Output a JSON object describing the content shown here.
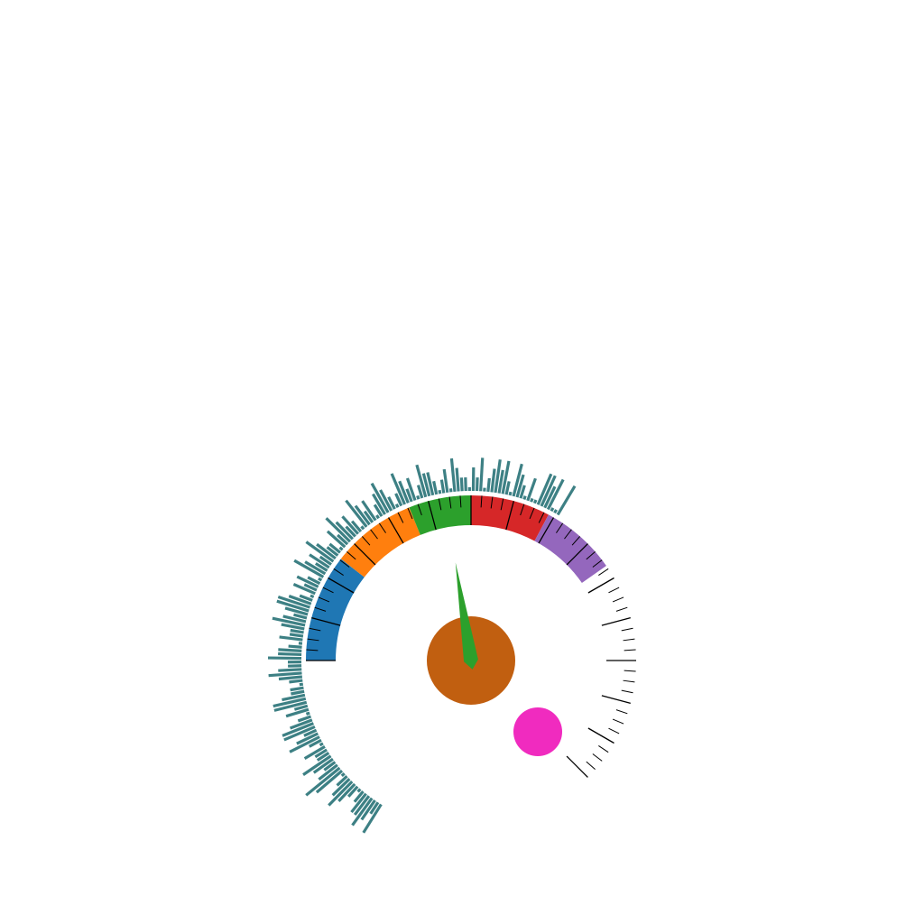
{
  "chart_data": {
    "type": "gauge",
    "scale": {
      "min_angle_deg": -180,
      "max_angle_deg": 45,
      "major_tick_step_deg": 15,
      "minor_tick_step_deg": 3.75
    },
    "bands": [
      {
        "name": "blue",
        "start_deg": -180,
        "end_deg": -142,
        "color": "#1f77b4"
      },
      {
        "name": "orange",
        "start_deg": -142,
        "end_deg": -112,
        "color": "#ff7f0e"
      },
      {
        "name": "green",
        "start_deg": -112,
        "end_deg": -90,
        "color": "#2ca02c"
      },
      {
        "name": "red",
        "start_deg": -90,
        "end_deg": -62,
        "color": "#d62728"
      },
      {
        "name": "purple",
        "start_deg": -62,
        "end_deg": -35,
        "color": "#9467bd"
      }
    ],
    "needle": {
      "angle_deg": -99,
      "color": "#2ca02c"
    },
    "hub": {
      "color": "#c15f10"
    },
    "indicator_dot": {
      "color": "#f02bbf"
    },
    "histogram": {
      "color": "#3d8084",
      "start_deg": -238,
      "step_deg": 1.25,
      "values": [
        3,
        1,
        2,
        3,
        2,
        2,
        1,
        0,
        1,
        2,
        3,
        2,
        1,
        0,
        3,
        4,
        2,
        1,
        2,
        3,
        1,
        1,
        2,
        0,
        1,
        3,
        2,
        1,
        3,
        3,
        2,
        1,
        0,
        2,
        1,
        3,
        3,
        2,
        1,
        1,
        0,
        1,
        2,
        3,
        2,
        1,
        1,
        3,
        2,
        2,
        1,
        0,
        2,
        1,
        1,
        2,
        3,
        2,
        1,
        2,
        3,
        3,
        2,
        1,
        0,
        2,
        1,
        2,
        1,
        0,
        3,
        2,
        1,
        2,
        1,
        3,
        2,
        1,
        1,
        0,
        2,
        1,
        3,
        2,
        1,
        2,
        1,
        0,
        3,
        2,
        1,
        2,
        0,
        1,
        2,
        3,
        2,
        1,
        0,
        1,
        3,
        2,
        1,
        2,
        0,
        1,
        3,
        2,
        2,
        1,
        0,
        1,
        2,
        0,
        3,
        2,
        1,
        1,
        0,
        2,
        1,
        3,
        0,
        1,
        2,
        3,
        2,
        3,
        1,
        0,
        3,
        2,
        1,
        0,
        2,
        0,
        0,
        3,
        3,
        2,
        3,
        0,
        0,
        3
      ]
    }
  }
}
